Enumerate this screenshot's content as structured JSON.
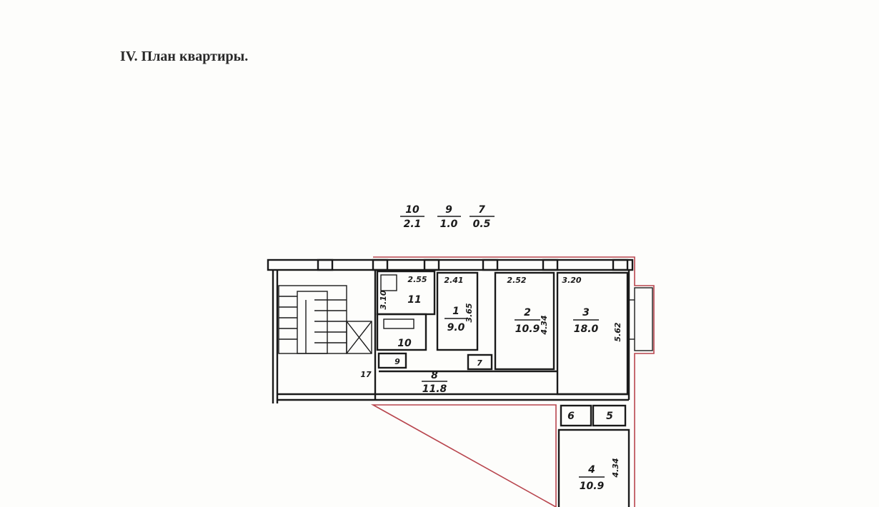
{
  "document": {
    "section_title": "IV. План квартиры."
  },
  "legend": [
    {
      "num": "10",
      "area": "2.1"
    },
    {
      "num": "9",
      "area": "1.0"
    },
    {
      "num": "7",
      "area": "0.5"
    }
  ],
  "rooms": {
    "kitchen": {
      "num": "11",
      "width": "2.55",
      "depth": "3.10"
    },
    "bath": {
      "num": "10"
    },
    "toilet": {
      "num": "9"
    },
    "closet": {
      "num": "7"
    },
    "corridor": {
      "num": "8",
      "area": "11.8"
    },
    "room1": {
      "num": "1",
      "area": "9.0",
      "width": "2.41",
      "depth": "3.65"
    },
    "room2": {
      "num": "2",
      "area": "10.9",
      "width": "2.52",
      "depth": "4.34"
    },
    "room3": {
      "num": "3",
      "area": "18.0",
      "width": "3.20",
      "depth": "5.62"
    },
    "room4": {
      "num": "4",
      "area": "10.9",
      "depth": "4.34"
    },
    "room5": {
      "num": "5"
    },
    "room6": {
      "num": "6"
    },
    "stair": {
      "num": "17"
    }
  },
  "colors": {
    "outline": "#b8454d",
    "ink": "#1a1a1a"
  }
}
